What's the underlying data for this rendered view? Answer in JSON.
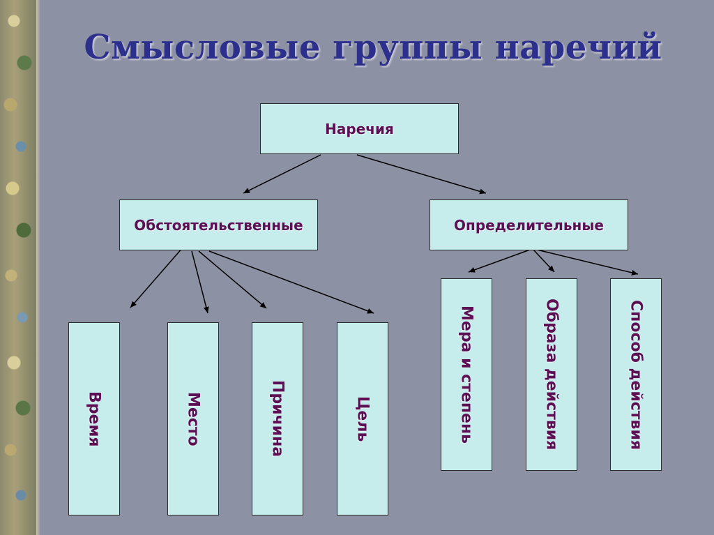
{
  "title": "Смысловые группы наречий",
  "root": {
    "label": "Наречия"
  },
  "branches": {
    "left": {
      "label": "Обстоятельственные",
      "children": [
        "Время",
        "Место",
        "Причина",
        "Цель"
      ]
    },
    "right": {
      "label": "Определительные",
      "children": [
        "Мера и степень",
        "Образа действия",
        "Способ действия"
      ]
    }
  }
}
